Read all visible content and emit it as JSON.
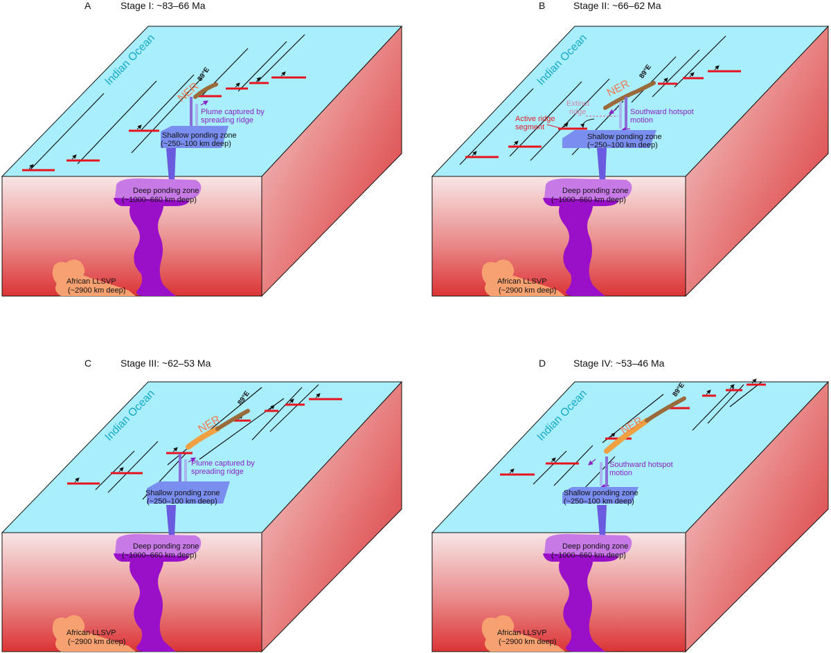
{
  "panels": [
    {
      "letter": "A",
      "title": "Stage I: ~83–66 Ma",
      "ocean": "Indian Ocean",
      "ner": "NER",
      "longitude": "89°E",
      "motion_lines": [
        "Plume captured by",
        "spreading ridge"
      ],
      "shallow_zone": [
        "Shallow ponding zone",
        "(~250–100 km deep)"
      ],
      "deep_zone": [
        "Deep ponding zone",
        "(~1000–660 km deep)"
      ],
      "llsvp": [
        "African LLSVP",
        "(~2900 km deep)"
      ]
    },
    {
      "letter": "B",
      "title": "Stage II: ~66–62 Ma",
      "ocean": "Indian Ocean",
      "ner": "NER",
      "longitude": "89°E",
      "motion_lines": [
        "Southward hotspot",
        "motion"
      ],
      "shallow_zone": [
        "Shallow ponding zone",
        "(~250–100 km deep)"
      ],
      "deep_zone": [
        "Deep ponding zone",
        "(~1000–660 km deep)"
      ],
      "llsvp": [
        "African LLSVP",
        "(~2900 km deep)"
      ],
      "extinct_ridge": [
        "Extinct",
        "ridge"
      ],
      "active_ridge": [
        "Active ridge",
        "segment"
      ]
    },
    {
      "letter": "C",
      "title": "Stage III: ~62–53 Ma",
      "ocean": "Indian Ocean",
      "ner": "NER",
      "longitude": "89°E",
      "motion_lines": [
        "Plume captured by",
        "spreading ridge"
      ],
      "shallow_zone": [
        "Shallow ponding zone",
        "(~250–100 km deep)"
      ],
      "deep_zone": [
        "Deep ponding zone",
        "(~1000–660 km deep)"
      ],
      "llsvp": [
        "African LLSVP",
        "(~2900 km deep)"
      ]
    },
    {
      "letter": "D",
      "title": "Stage IV: ~53–46 Ma",
      "ocean": "Indian Ocean",
      "ner": "NER",
      "longitude": "89°E",
      "motion_lines": [
        "Southward hotspot",
        "motion"
      ],
      "shallow_zone": [
        "Shallow ponding zone",
        "(~250–100 km deep)"
      ],
      "deep_zone": [
        "Deep ponding zone",
        "(~1000–660 km deep)"
      ],
      "llsvp": [
        "African LLSVP",
        "(~2900 km deep)"
      ]
    }
  ],
  "colors": {
    "ocean": "#a8eefc",
    "mantle_top": "#f7e4e4",
    "mantle_bottom": "#e0383c",
    "ridge": "#e8121c",
    "plume": "#9a10c8",
    "ponding_deep": "#c77ae6",
    "ponding_shallow": "#7a8ef0",
    "llsvp": "#f7a070",
    "ner_old": "#9a6a3a",
    "ner_young": "#f0a040",
    "motion": "#8a22c8"
  }
}
